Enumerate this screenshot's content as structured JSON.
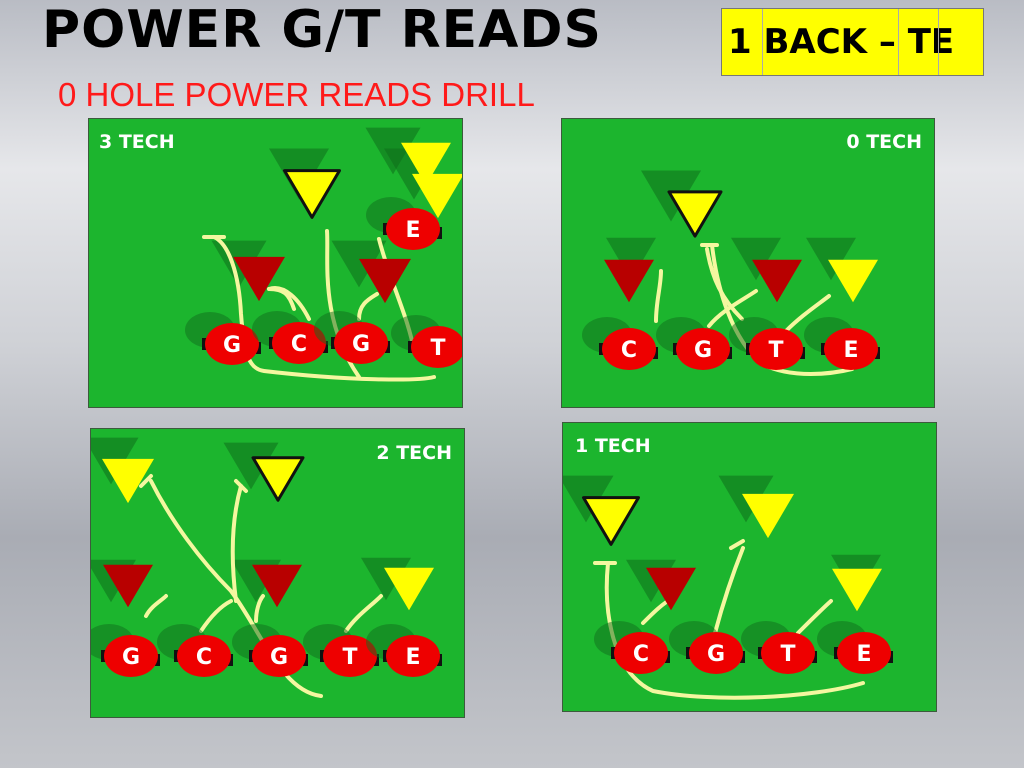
{
  "header": {
    "title": "POWER G/T READS",
    "subtitle": "0 HOLE POWER READS DRILL",
    "formation_badge": "1 BACK – TE"
  },
  "colors": {
    "field": "#1cb52e",
    "lineman": "#ee0000",
    "defender_read": "#ffff00",
    "defender_dim": "#b80000",
    "route": "#f4f7a0",
    "title": "#000000",
    "subtitle": "#ff1a1a"
  },
  "panels": [
    {
      "id": "3tech",
      "label": "3 TECH",
      "linemen": [
        "G",
        "C",
        "G",
        "T",
        "E"
      ],
      "read_defenders": 3,
      "down_linemen": 2
    },
    {
      "id": "0tech",
      "label": "0 TECH",
      "linemen": [
        "C",
        "G",
        "T",
        "E"
      ],
      "read_defenders": 2,
      "down_linemen": 2
    },
    {
      "id": "2tech",
      "label": "2 TECH",
      "linemen": [
        "G",
        "C",
        "G",
        "T",
        "E"
      ],
      "read_defenders": 3,
      "down_linemen": 2
    },
    {
      "id": "1tech",
      "label": "1 TECH",
      "linemen": [
        "C",
        "G",
        "T",
        "E"
      ],
      "read_defenders": 3,
      "down_linemen": 1
    }
  ]
}
